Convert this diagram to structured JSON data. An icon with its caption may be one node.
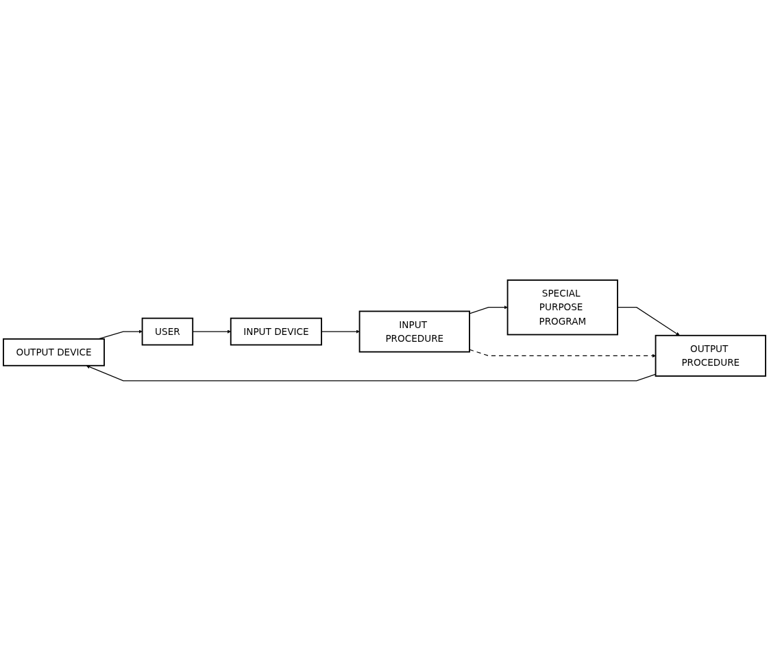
{
  "diagram": {
    "nodes": [
      {
        "text": [
          "OUTPUT DEVICE"
        ]
      },
      {
        "text": [
          "OUTPUT PROCEDURE"
        ]
      },
      {
        "text": [
          "USER"
        ]
      },
      {
        "text": [
          "SPECIAL PURPOSE PROGRAM"
        ]
      },
      {
        "text": [
          "INPUT DEVICE"
        ]
      },
      {
        "text": [
          "INPUT PROCEDURE"
        ]
      }
    ],
    "edges": [
      {
        "from": 1,
        "to": 0,
        "arrow": "to"
      },
      {
        "from": 0,
        "to": 2,
        "arrow": "to"
      },
      {
        "from": 2,
        "to": 4,
        "arrow": "to"
      },
      {
        "from": 4,
        "to": 5,
        "arrow": "to"
      },
      {
        "from": 5,
        "to": 3,
        "arrow": "to"
      },
      {
        "from": 3,
        "to": 1,
        "arrow": "to"
      },
      {
        "from": 5,
        "to": 1,
        "arrow": "to",
        "style": "dashed"
      }
    ]
  }
}
